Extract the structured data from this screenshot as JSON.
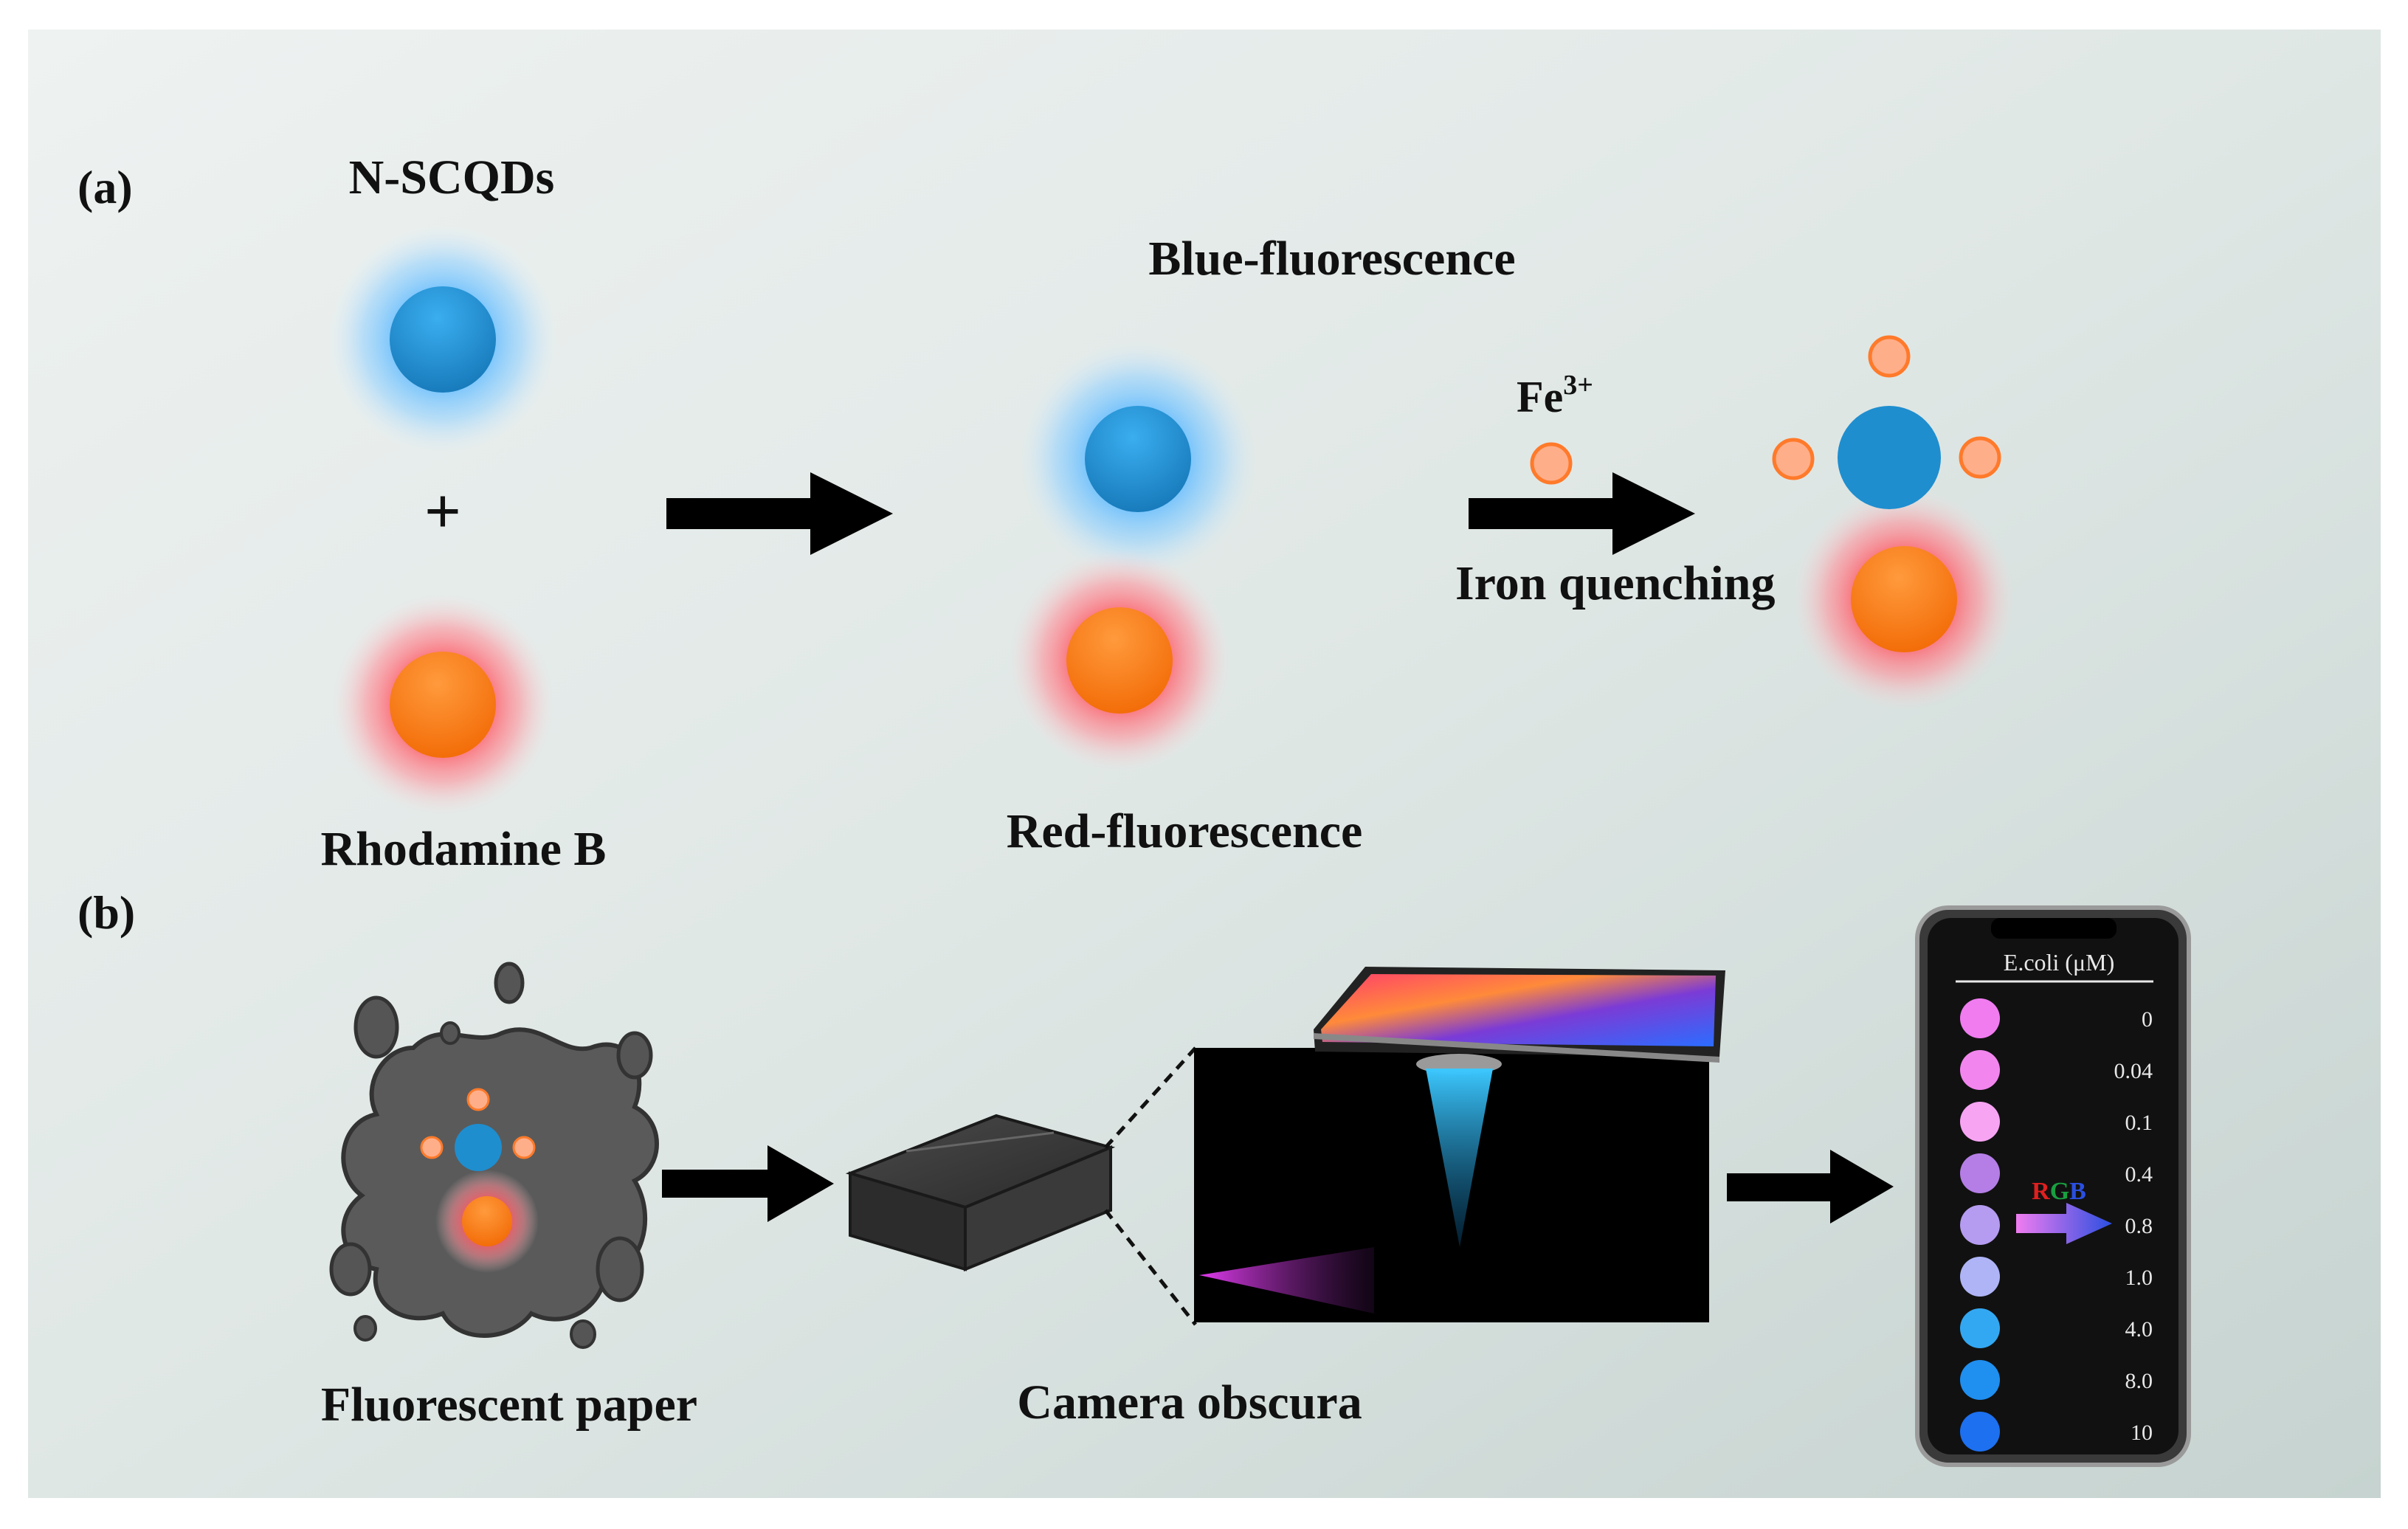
{
  "panel_a": {
    "label": "(a)",
    "nscqds_label": "N-SCQDs",
    "plus": "+",
    "rhodamine_label": "Rhodamine B",
    "blue_fluor_label": "Blue-fluorescence",
    "red_fluor_label": "Red-fluorescence",
    "fe_base": "Fe",
    "fe_sup": "3+",
    "iron_label": "Iron quenching"
  },
  "panel_b": {
    "label": "(b)",
    "paper_label": "Fluorescent paper",
    "camera_label": "Camera obscura",
    "phone": {
      "header": "E.coli (μM)",
      "rgb_letters": [
        "R",
        "G",
        "B"
      ],
      "rows": [
        {
          "value": "0",
          "color": "#f07cf0"
        },
        {
          "value": "0.04",
          "color": "#f286ee"
        },
        {
          "value": "0.1",
          "color": "#f7a4f3"
        },
        {
          "value": "0.4",
          "color": "#b47ee6"
        },
        {
          "value": "0.8",
          "color": "#b59cf0"
        },
        {
          "value": "1.0",
          "color": "#aeb4f6"
        },
        {
          "value": "4.0",
          "color": "#33a8f2"
        },
        {
          "value": "8.0",
          "color": "#1f8ff0"
        },
        {
          "value": "10",
          "color": "#1d70f0"
        }
      ]
    }
  },
  "colors": {
    "nscqd_blue": "#1e8ecf",
    "rhodamine_orange": "#ff7a1a",
    "blue_glow": "#5ab8ff",
    "red_glow": "#ff4d5a",
    "fe_ion": "#ffae8a",
    "arrow": "#000000",
    "rgb_red": "#e02020",
    "rgb_green": "#18a040",
    "rgb_blue": "#2a4fe0"
  }
}
